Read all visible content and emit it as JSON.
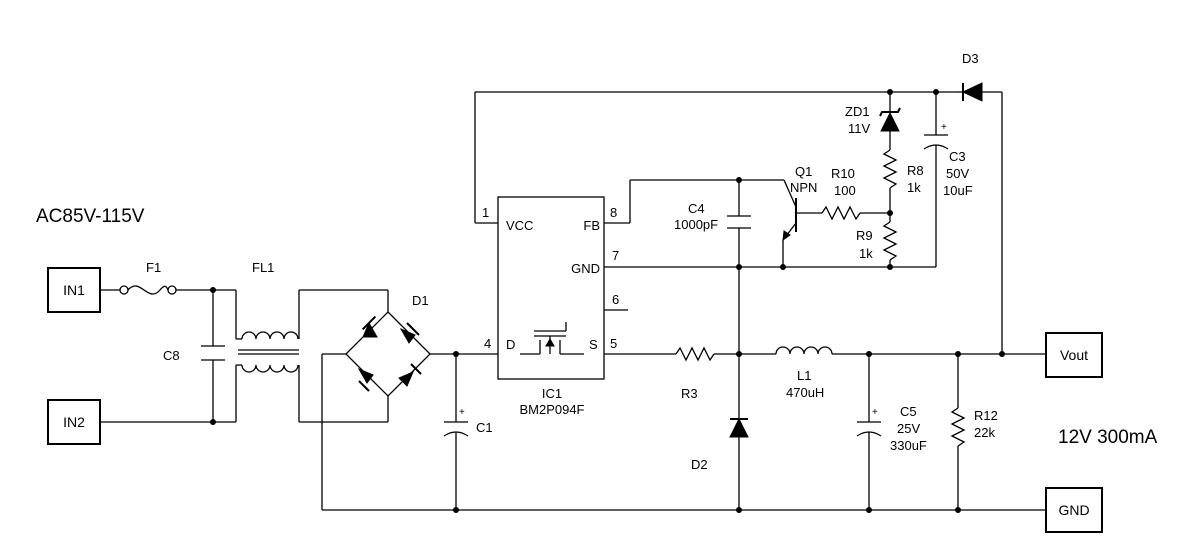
{
  "input_voltage": "AC85V-115V",
  "output_rating": "12V 300mA",
  "ports": {
    "in1": "IN1",
    "in2": "IN2",
    "vout": "Vout",
    "gnd": "GND"
  },
  "ic": {
    "ref": "IC1",
    "part": "BM2P094F",
    "pins": {
      "p1_num": "1",
      "p1_name": "VCC",
      "p8_num": "8",
      "p8_name": "FB",
      "p7_num": "7",
      "p7_name": "GND",
      "p6_num": "6",
      "p4_num": "4",
      "p4_name": "D",
      "p5_num": "5",
      "p5_name": "S"
    }
  },
  "components": {
    "f1": {
      "ref": "F1"
    },
    "fl1": {
      "ref": "FL1"
    },
    "c8": {
      "ref": "C8"
    },
    "d1": {
      "ref": "D1"
    },
    "c1": {
      "ref": "C1"
    },
    "c4": {
      "ref": "C4",
      "value": "1000pF"
    },
    "q1": {
      "ref": "Q1",
      "type": "NPN"
    },
    "r10": {
      "ref": "R10",
      "value": "100"
    },
    "zd1": {
      "ref": "ZD1",
      "value": "11V"
    },
    "r8": {
      "ref": "R8",
      "value": "1k"
    },
    "r9": {
      "ref": "R9",
      "value": "1k"
    },
    "c3": {
      "ref": "C3",
      "voltage": "50V",
      "value": "10uF"
    },
    "d3": {
      "ref": "D3"
    },
    "r3": {
      "ref": "R3"
    },
    "d2": {
      "ref": "D2"
    },
    "l1": {
      "ref": "L1",
      "value": "470uH"
    },
    "c5": {
      "ref": "C5",
      "voltage": "25V",
      "value": "330uF"
    },
    "r12": {
      "ref": "R12",
      "value": "22k"
    }
  },
  "polarity_mark": "+"
}
